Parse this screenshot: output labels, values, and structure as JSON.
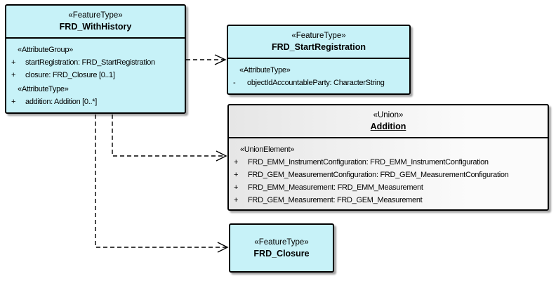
{
  "diagram": {
    "kind": "uml-class-diagram",
    "colors": {
      "feature_fill": "#C7F2F8",
      "union_fill_start": "#E6E6E6",
      "union_fill_end": "#FBFBFB",
      "border": "#000000",
      "background": "#FFFFFF"
    }
  },
  "boxes": {
    "with_history": {
      "stereotype": "«FeatureType»",
      "name": "FRD_WithHistory",
      "rows": [
        {
          "vis": "",
          "text": "«AttributeGroup»"
        },
        {
          "vis": "+",
          "text": "startRegistration: FRD_StartRegistration"
        },
        {
          "vis": "+",
          "text": "closure: FRD_Closure [0..1]"
        },
        {
          "vis": "",
          "text": "«AttributeType»"
        },
        {
          "vis": "+",
          "text": "addition: Addition [0..*]"
        }
      ]
    },
    "start_registration": {
      "stereotype": "«FeatureType»",
      "name": "FRD_StartRegistration",
      "rows": [
        {
          "vis": "",
          "text": "«AttributeType»"
        },
        {
          "vis": "-",
          "text": "objectIdAccountableParty: CharacterString"
        }
      ]
    },
    "addition": {
      "stereotype": "«Union»",
      "name": "Addition",
      "rows": [
        {
          "vis": "",
          "text": "«UnionElement»"
        },
        {
          "vis": "+",
          "text": "FRD_EMM_InstrumentConfiguration: FRD_EMM_InstrumentConfiguration"
        },
        {
          "vis": "+",
          "text": "FRD_GEM_MeasurementConfiguration: FRD_GEM_MeasurementConfiguration"
        },
        {
          "vis": "+",
          "text": "FRD_EMM_Measurement: FRD_EMM_Measurement"
        },
        {
          "vis": "+",
          "text": "FRD_GEM_Measurement: FRD_GEM_Measurement"
        }
      ]
    },
    "closure": {
      "stereotype": "«FeatureType»",
      "name": "FRD_Closure"
    }
  },
  "connectors": [
    {
      "type": "dependency-dashed-open-arrow",
      "from": "FRD_WithHistory",
      "to": "FRD_StartRegistration"
    },
    {
      "type": "dependency-dashed-open-arrow",
      "from": "FRD_WithHistory",
      "to": "Addition"
    },
    {
      "type": "dependency-dashed-open-arrow",
      "from": "FRD_WithHistory",
      "to": "FRD_Closure"
    }
  ]
}
